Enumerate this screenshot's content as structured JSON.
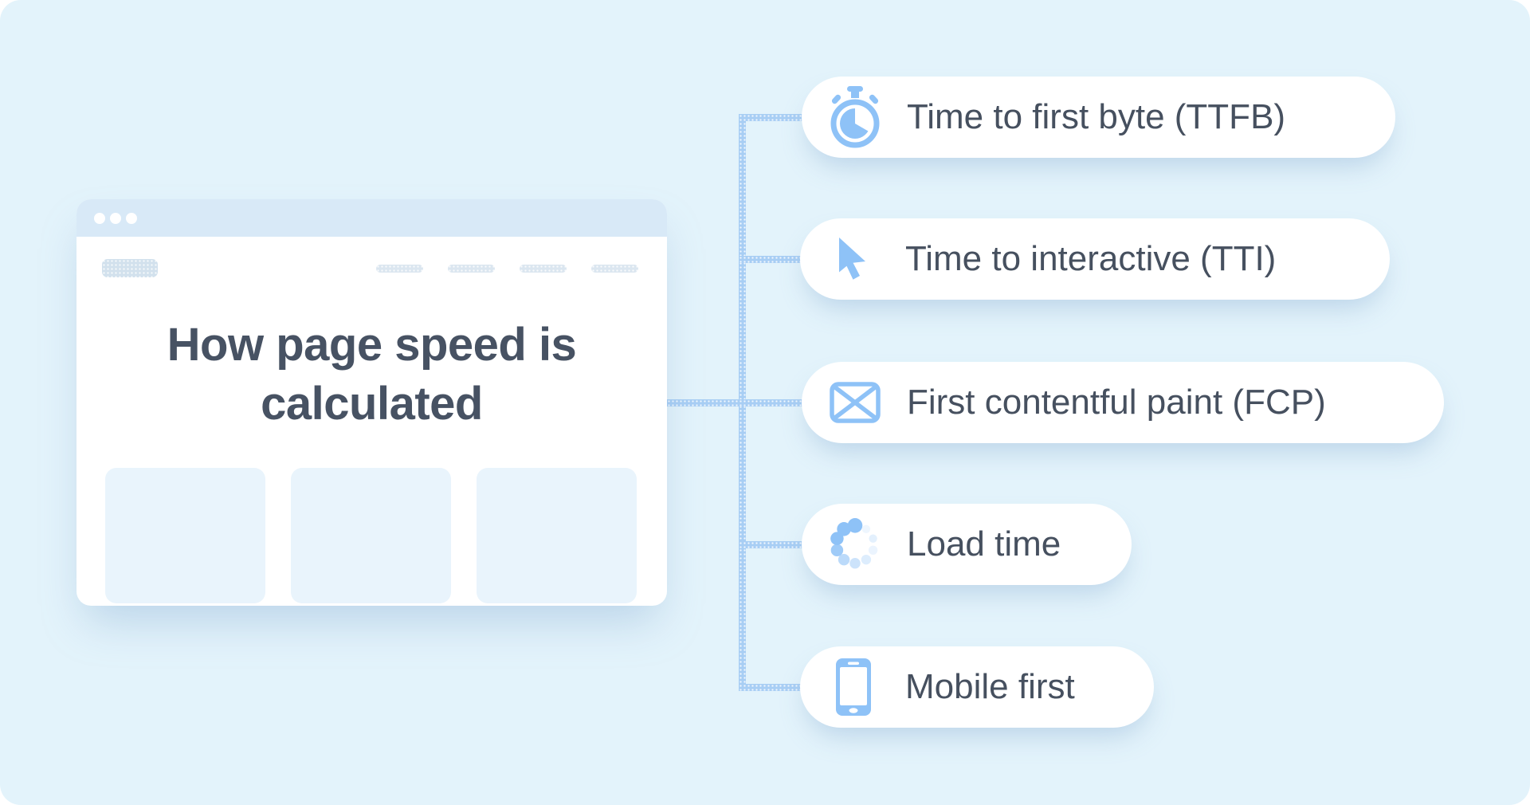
{
  "title": "How page speed is calculated",
  "pills": [
    {
      "label": "Time to first byte (TTFB)",
      "icon": "stopwatch-icon"
    },
    {
      "label": "Time to interactive (TTI)",
      "icon": "cursor-icon"
    },
    {
      "label": "First contentful paint (FCP)",
      "icon": "envelope-icon"
    },
    {
      "label": "Load time",
      "icon": "spinner-icon"
    },
    {
      "label": "Mobile first",
      "icon": "phone-icon"
    }
  ],
  "colors": {
    "background": "#E3F3FB",
    "window_header": "#D8E9F7",
    "window_body": "#FFFFFF",
    "content_card": "#E9F4FC",
    "placeholder": "#D2E1ED",
    "connector": "#A8CEF4",
    "icon_blue": "#8EC2F7",
    "text": "#46505F"
  }
}
